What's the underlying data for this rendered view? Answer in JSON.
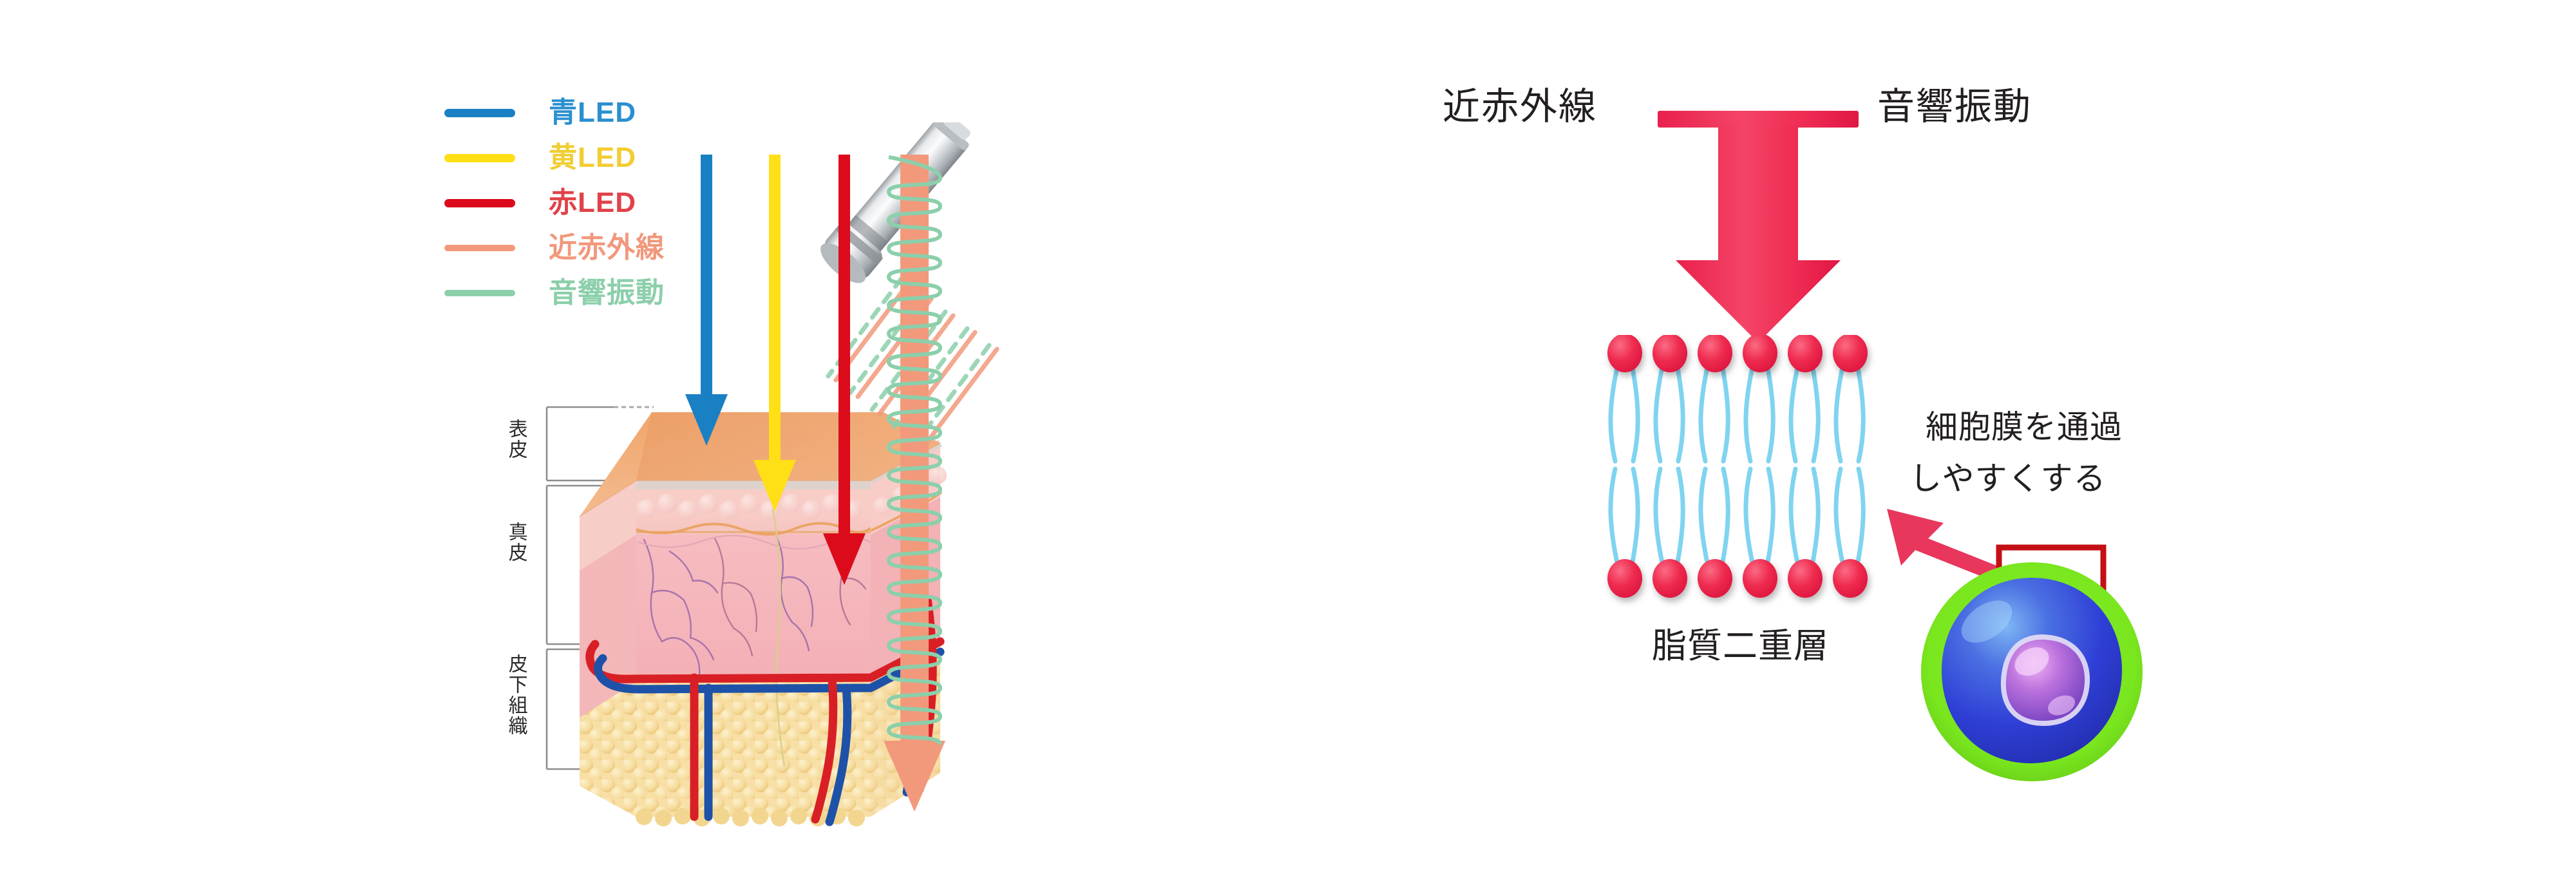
{
  "legend": {
    "items": [
      {
        "label": "青LED",
        "color": "#1a80c4",
        "swatch": "#1a80c4",
        "icon": "legend-line-swatch"
      },
      {
        "label": "黄LED",
        "color": "#f4cf2d",
        "swatch": "#ffdf16",
        "icon": "legend-line-swatch"
      },
      {
        "label": "赤LED",
        "color": "#e12a33",
        "swatch": "#dc0b1c",
        "icon": "legend-line-swatch"
      },
      {
        "label": "近赤外線",
        "color": "#f2997c",
        "swatch": "#f2997c",
        "icon": "legend-line-swatch"
      },
      {
        "label": "音響振動",
        "color": "#8ccfab",
        "swatch": "#8ccfab",
        "icon": "legend-line-swatch"
      }
    ]
  },
  "skin_diagram": {
    "layers": [
      {
        "name": "表皮",
        "depth_label": "epidermis"
      },
      {
        "name": "真皮",
        "depth_label": "dermis"
      },
      {
        "name": "皮下組織",
        "depth_label": "subcutaneous-tissue"
      }
    ],
    "beams": [
      {
        "name": "青LED",
        "color": "#1a80c4",
        "penetration": "表皮"
      },
      {
        "name": "黄LED",
        "color": "#ffdf16",
        "penetration": "真皮上部"
      },
      {
        "name": "赤LED",
        "color": "#dc0b1c",
        "penetration": "真皮"
      },
      {
        "name": "近赤外線",
        "color": "#f2997c",
        "penetration": "皮下組織"
      },
      {
        "name": "音響振動",
        "color": "#8ccfab",
        "penetration": "皮下組織"
      }
    ],
    "probe": {
      "name": "handpiece",
      "color": "#c9cdd1"
    }
  },
  "cell_diagram": {
    "title_left": "近赤外線",
    "title_right": "音響振動",
    "bilayer_label": "脂質二重層",
    "callout": "細胞膜を通過\nしやすくする",
    "callout_line1": "細胞膜を通過",
    "callout_line2": "しやすくする",
    "arrow_color": "#ef3452",
    "head_color": "#ee2b4d",
    "tail_color": "#7fd4ef",
    "cell_membrane_color": "#79e61e",
    "cell_body_color": "#2f3fd6",
    "nucleus_color": "#b06bd6",
    "highlight_box_color": "#c40f14",
    "head_count": 6
  }
}
